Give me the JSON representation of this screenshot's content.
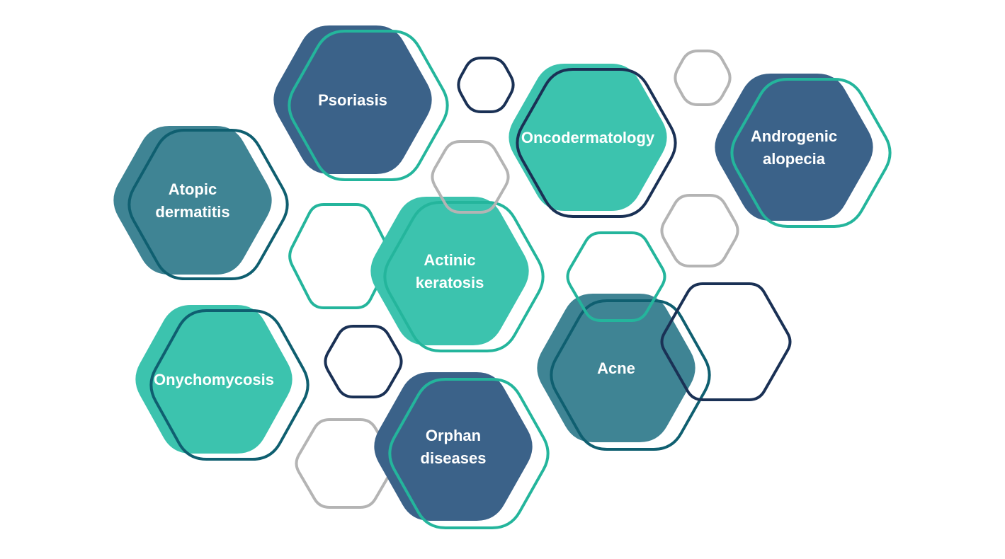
{
  "colors": {
    "navy_fill": "#3b6289",
    "teal_fill": "#3cc3ae",
    "petrol_fill": "#3f8494",
    "navy_stroke": "#1a3155",
    "teal_stroke": "#24b59c",
    "petrol_stroke": "#0f5f70",
    "gray_stroke": "#b4b4b4",
    "label": "#ffffff"
  },
  "topics": [
    {
      "id": "psoriasis",
      "lines": [
        "Psoriasis"
      ],
      "fill": "navy",
      "outline": "teal"
    },
    {
      "id": "oncodermatology",
      "lines": [
        "Oncodermatology"
      ],
      "fill": "teal",
      "outline": "navy"
    },
    {
      "id": "androgenic-alopecia",
      "lines": [
        "Androgenic",
        "alopecia"
      ],
      "fill": "navy",
      "outline": "teal"
    },
    {
      "id": "atopic-dermatitis",
      "lines": [
        "Atopic",
        "dermatitis"
      ],
      "fill": "petrol",
      "outline": "petrol"
    },
    {
      "id": "actinic-keratosis",
      "lines": [
        "Actinic",
        "keratosis"
      ],
      "fill": "teal",
      "outline": "teal"
    },
    {
      "id": "onychomycosis",
      "lines": [
        "Onychomycosis"
      ],
      "fill": "teal",
      "outline": "petrol"
    },
    {
      "id": "acne",
      "lines": [
        "Acne"
      ],
      "fill": "petrol",
      "outline": "petrol"
    },
    {
      "id": "orphan-diseases",
      "lines": [
        "Orphan",
        "diseases"
      ],
      "fill": "navy",
      "outline": "teal"
    }
  ],
  "decorations": [
    {
      "color": "navy"
    },
    {
      "color": "gray"
    },
    {
      "color": "gray"
    },
    {
      "color": "teal"
    },
    {
      "color": "gray"
    },
    {
      "color": "teal"
    },
    {
      "color": "navy"
    },
    {
      "color": "navy"
    },
    {
      "color": "gray"
    }
  ]
}
